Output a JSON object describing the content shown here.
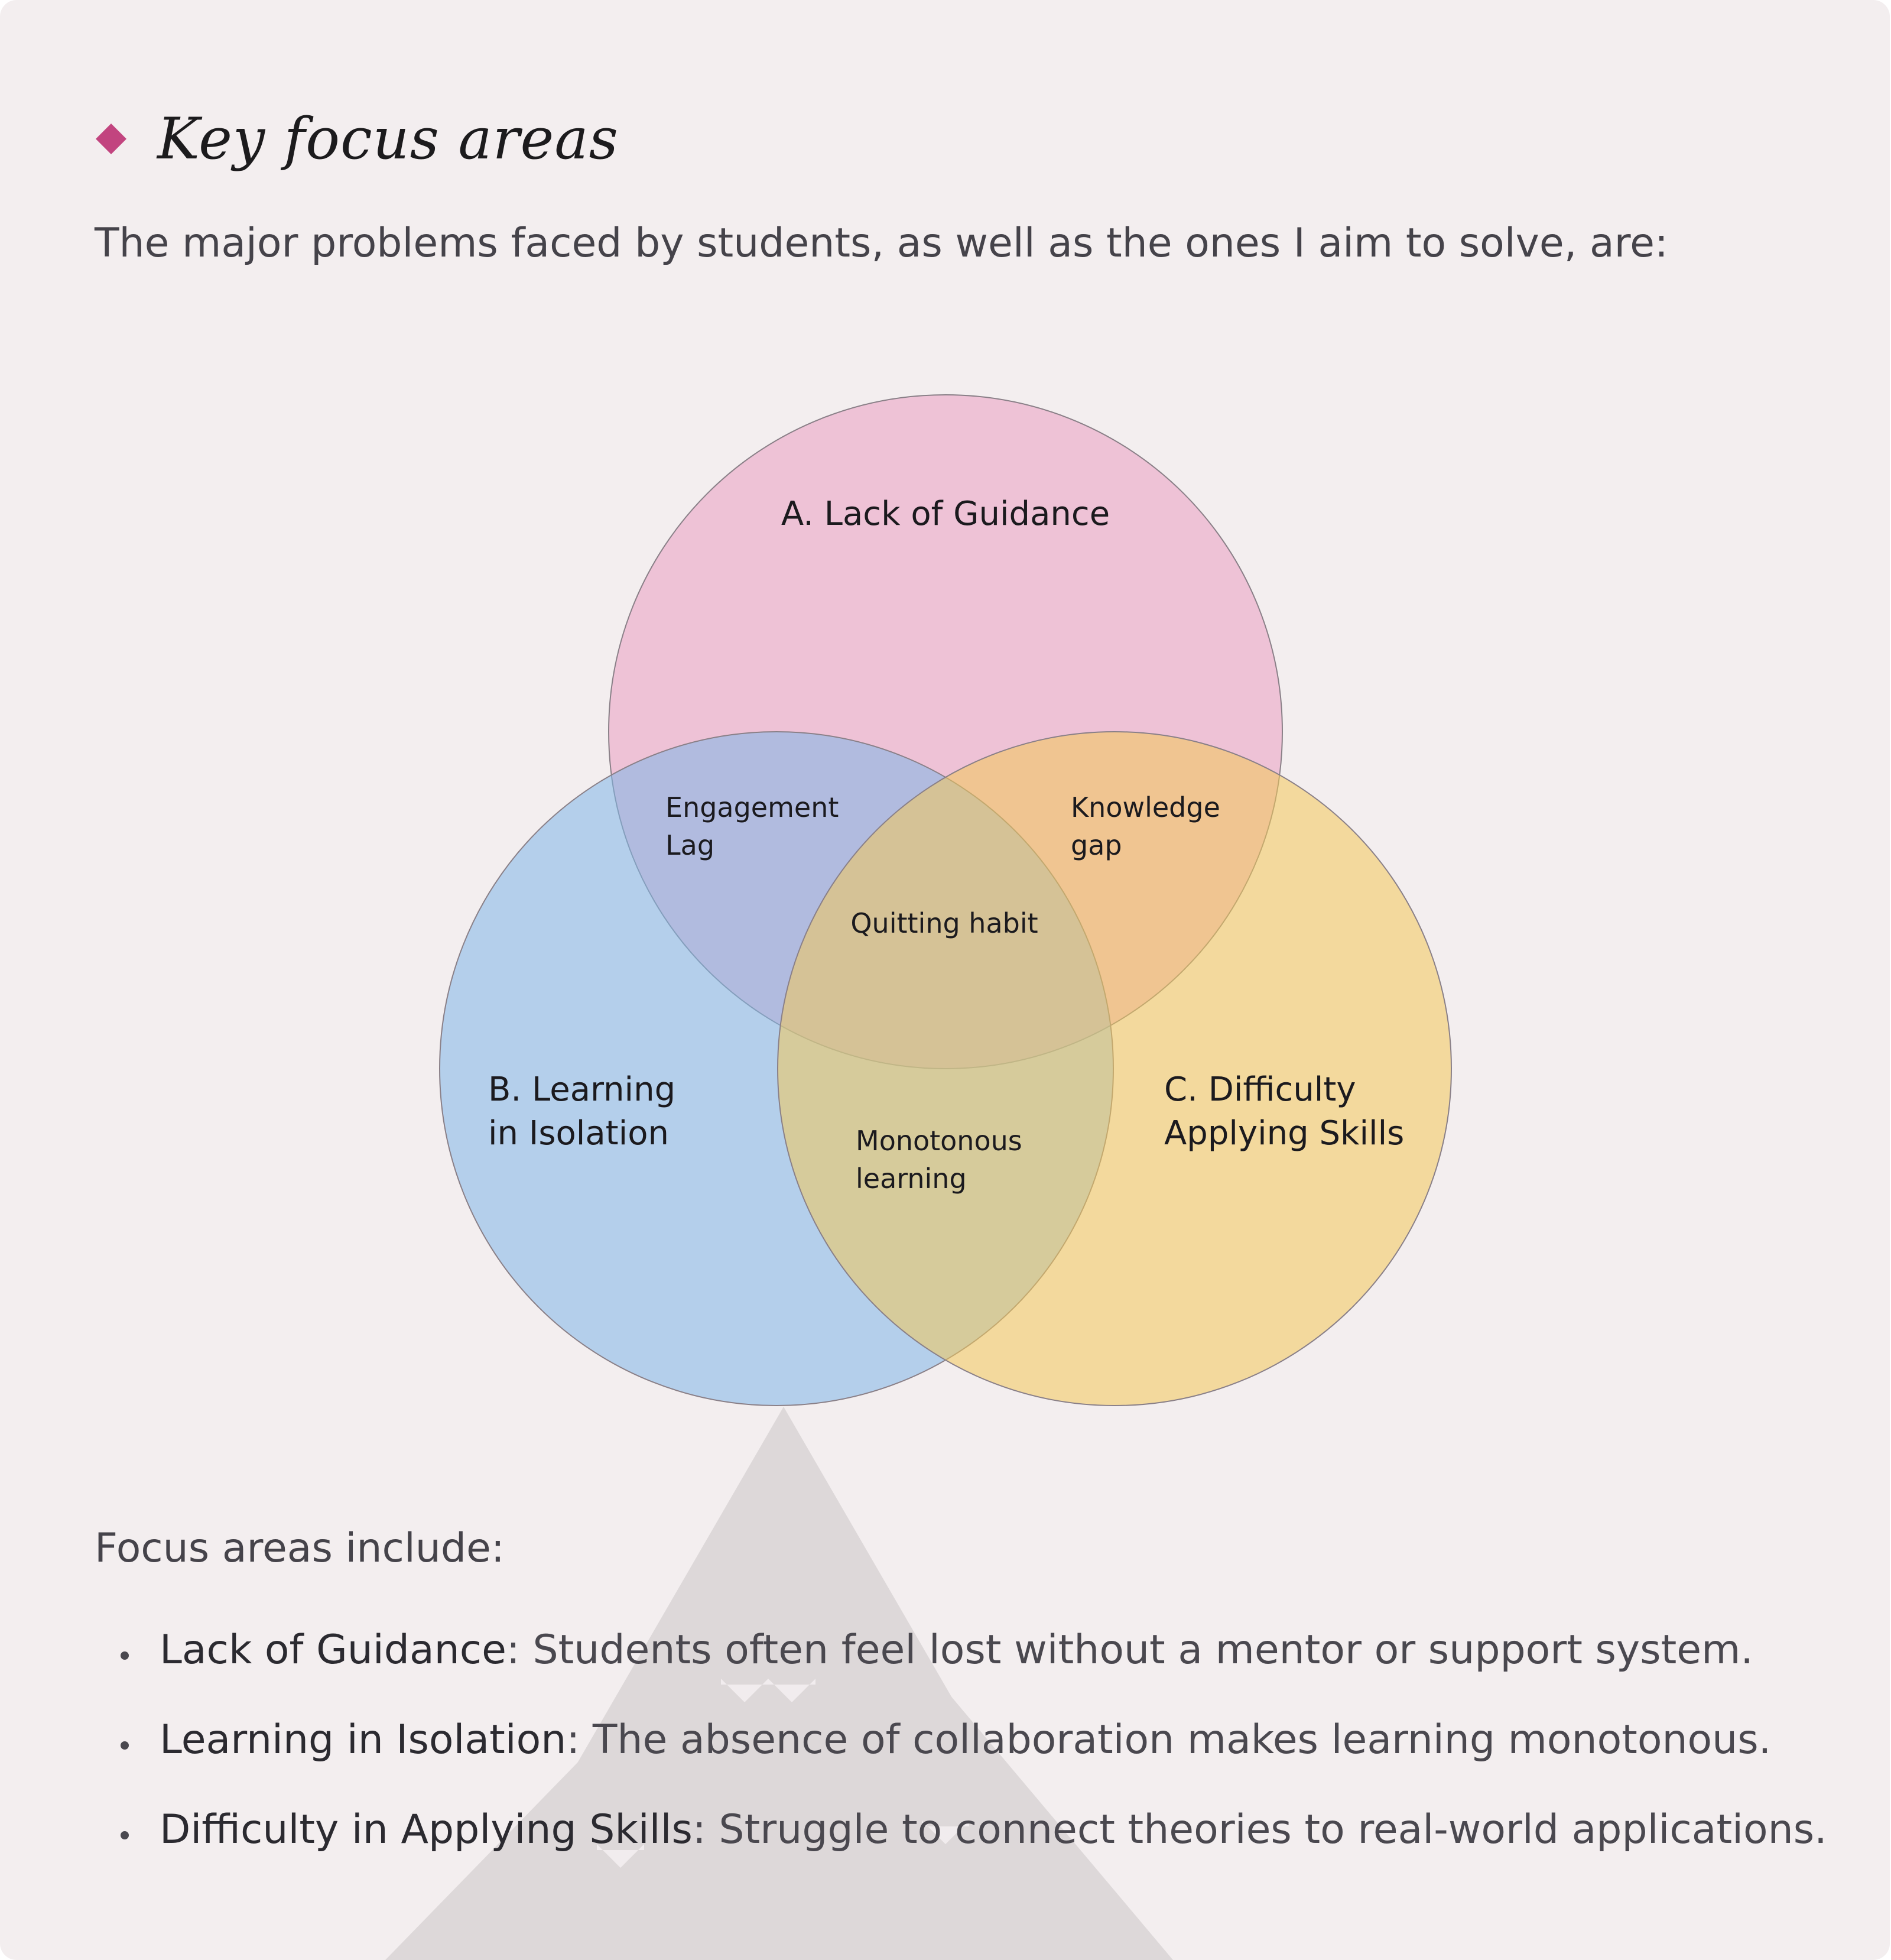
{
  "heading": {
    "icon": "diamond-icon",
    "accent_color": "#c2447f",
    "title": "Key focus areas"
  },
  "intro": "The major problems faced by students, as well as the ones I aim to solve, are:",
  "venn": {
    "sets": [
      {
        "label": "A. Lack of Guidance",
        "color": "#f0c6d9"
      },
      {
        "label_line1": "B. Learning",
        "label_line2": "in Isolation",
        "color": "#b3d3ee"
      },
      {
        "label_line1": "C. Difficulty",
        "label_line2": "Applying Skills",
        "color": "#f4d897"
      }
    ],
    "intersections": {
      "ab": {
        "line1": "Engagement",
        "line2": "Lag"
      },
      "ac": {
        "line1": "Knowledge",
        "line2": "gap"
      },
      "bc": {
        "line1": "Monotonous",
        "line2": "learning"
      },
      "abc": "Quitting habit"
    }
  },
  "focus_label": "Focus areas include:",
  "bullets": [
    {
      "term": "Lack of Guidance",
      "text": ": Students often feel lost without a mentor or support system."
    },
    {
      "term": "Learning in Isolation",
      "text": ": The absence of collaboration makes learning monotonous."
    },
    {
      "term": "Difficulty in Applying Skills",
      "text": ": Struggle to connect theories to real-world applications."
    }
  ]
}
